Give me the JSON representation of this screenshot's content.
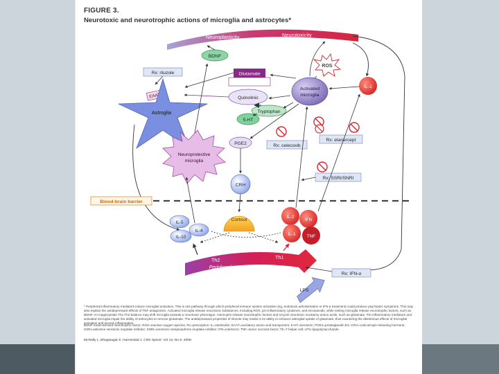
{
  "figure": {
    "label": "FIGURE 3.",
    "title": "Neurotoxic and neurotrophic actions of microglia and astrocytes*"
  },
  "diagram": {
    "neuroplasticity": "Neuroplasticity",
    "neurotoxicity": "Neurotoxicity",
    "bdnf": "BDNF",
    "rx_riluzole": "Rx: riluzole",
    "glutamate": "Glutamate",
    "ros": "ROS",
    "eaat": "EAAT",
    "quinolinic": "Quinolinic",
    "activated_microglia_1": "Activated",
    "activated_microglia_2": "microglia",
    "il1_top": "IL-1",
    "astroglia": "Astroglia",
    "tryptophan": "Tryptophan",
    "five_ht": "5-HT",
    "rx_etanercept": "Rx: etanercept",
    "pge2": "PGE2",
    "rx_celecoxib": "Rx: celecoxib",
    "neuroprotective_1": "Neuroprotective",
    "neuroprotective_2": "microglia",
    "rx_ssri": "Rx: SSRI/SNRI",
    "crh": "CRH",
    "bbb": "Blood-brain barrier",
    "cortisol": "Cortisol",
    "il5": "IL-5",
    "il4": "IL-4",
    "il10": "IL-10",
    "il2": "IL-2",
    "ifn": "IFN",
    "il1_bottom": "IL-1",
    "tnf": "TNF",
    "th2": "Th2",
    "th1": "Th1",
    "peripheral": "Peripheral immune system",
    "rx_ifn": "Rx: IFN-α",
    "lps": "LPS"
  },
  "caption": {
    "main": "* Peripheral inflammatory mediators induce microglial activation. This is one pathway through which peripheral immune system activation (eg, endotoxin administration or IFN-α treatment) could produce psychiatric symptoms. This may also explain the antidepressant effects of TNF antagonism. Activated microglia release neurotoxic substances, including ROS, pro-inflammatory cytokines, and eicosanoids, while resting microglia release neurotrophic factors, such as BDNF. An inappropriate Th1:Th2 balance may shift microglia towards a neurotoxic phenotype. Astrocytes release neurotrophic factors and recycle neurotoxic excitatory amino acids, such as glutamate. Pro-inflammatory mediators and activated microglia impair the ability of astrocytes to remove glutamate. The antidepressant properties of riluzole may reside in its ability to enhance astroglial uptake of glutamate, thus countering the deleterious effects of microglial activation and excess inflammation.",
    "abbrev": "BDNF=brain-derived neurotrophic factor; ROS=reactive oxygen species; Rx=prescription; IL=interleukin; EAAT=excitatory amino acid transporters; 5-HT=serotonin; PGE2=prostaglandin E2; CRH=corticotropin-releasing hormone; SSRI=selective serotonin reuptake inhibitor; SNRI=serotonin norepinephrine reuptake inhibitor; IFN=interferon; TNF=tumor necrosis factor; Th=T helper cell; LPS=lipopolysaccharide.",
    "citation": "McNally L, Bhagwagar Z, Hannestad J. CNS Spectr. Vol 13, No 6. 2008."
  },
  "colors": {
    "neuro_bar": "#c62a55",
    "glutamate": "#8a2a88",
    "microglia": "#7d6bb8",
    "astroglia": "#7a8fe0",
    "cytokine_red": "#e23c3c",
    "peripheral": "#d81f55",
    "bbb_text": "#e0801a",
    "rx_box": "#dfe6f5"
  }
}
